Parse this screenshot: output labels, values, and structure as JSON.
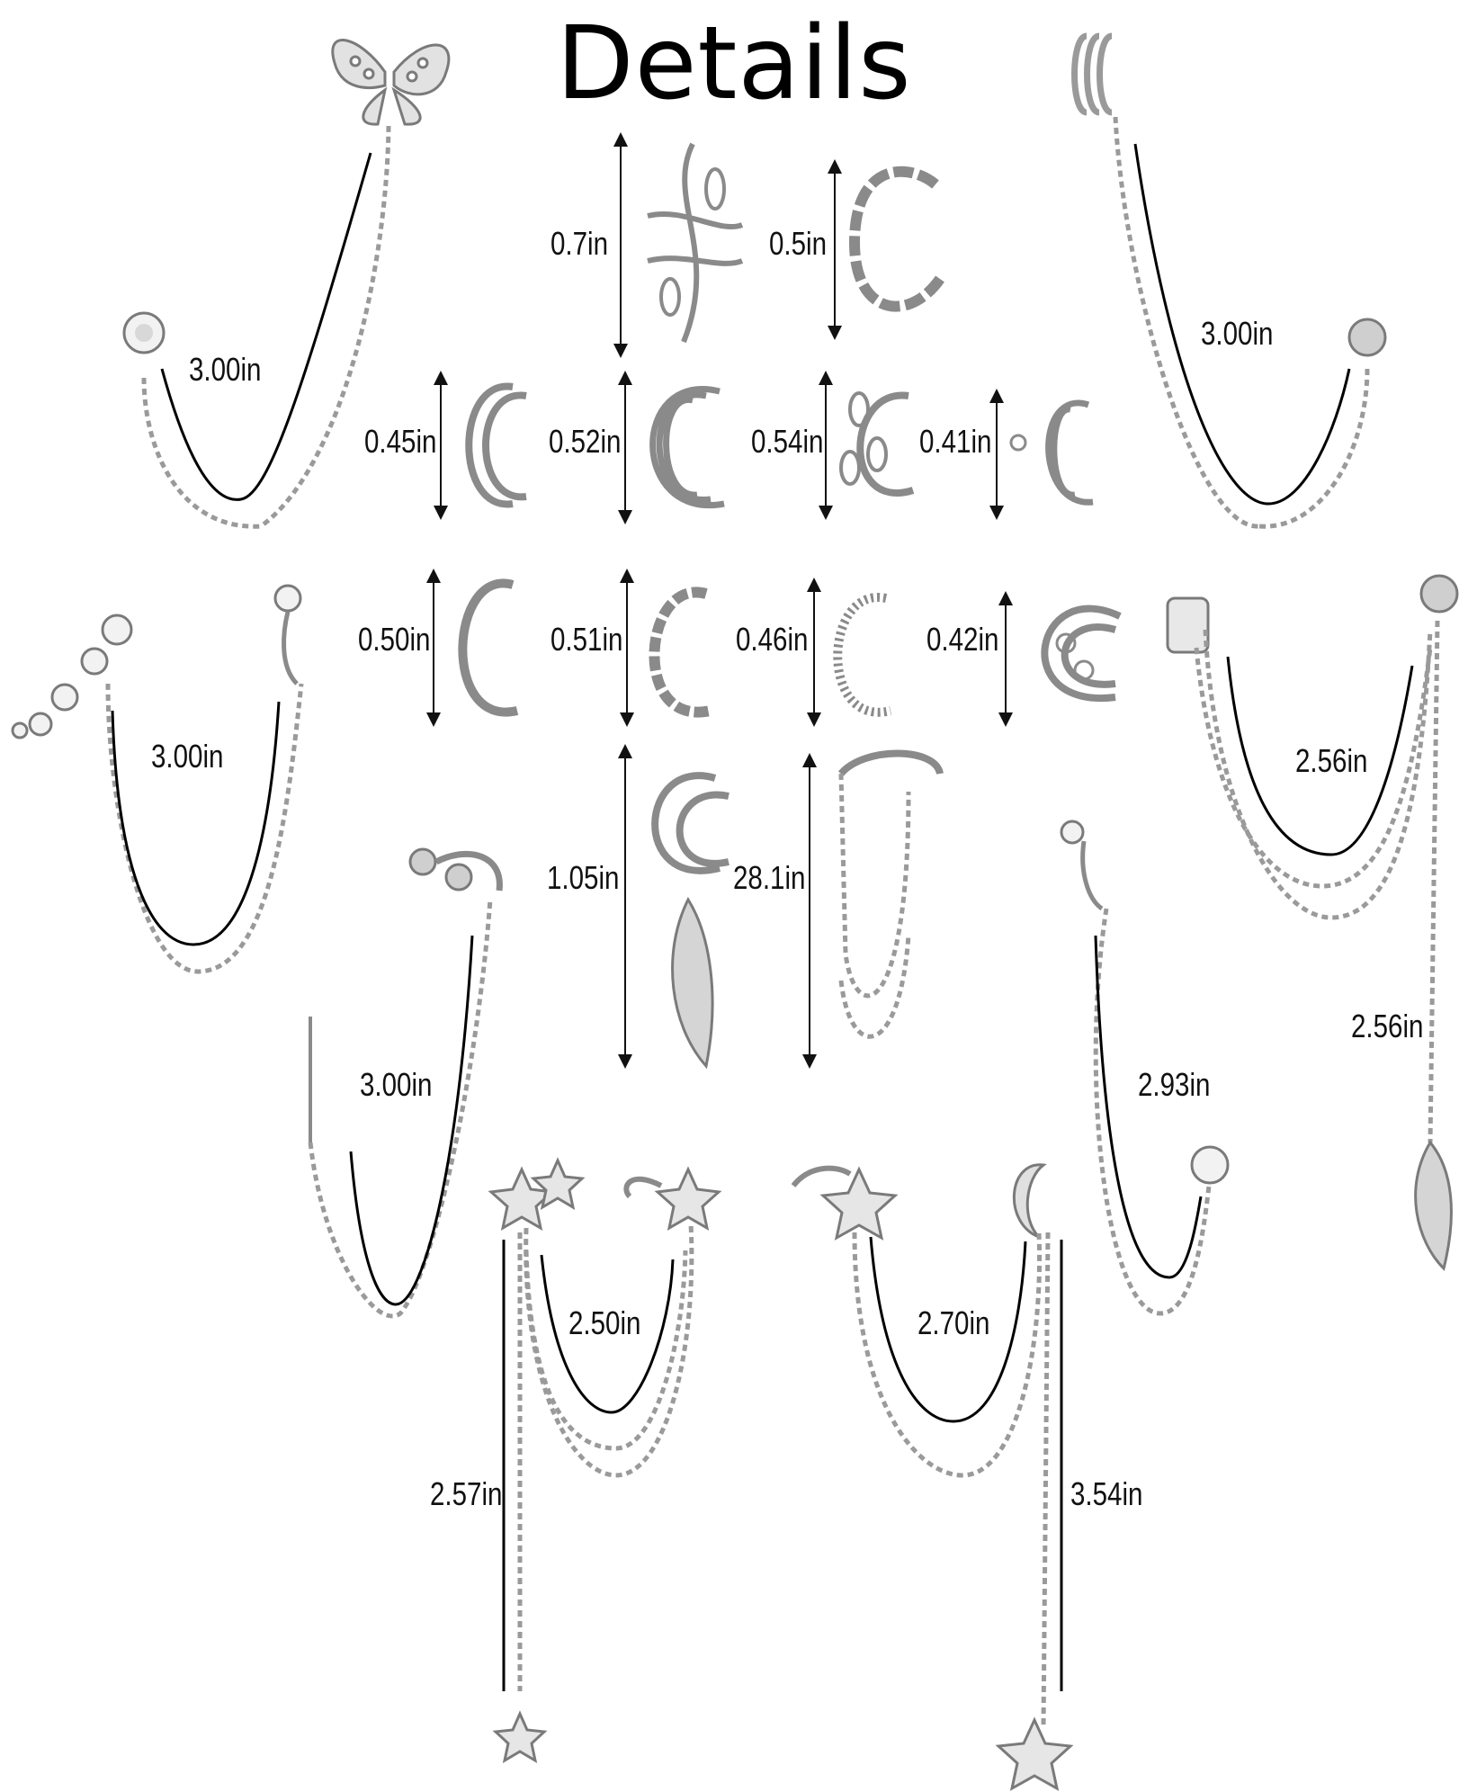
{
  "title": "Details",
  "measurements": {
    "butterfly_chain": "3.00in",
    "leaf_vine_cuff": "0.7in",
    "chain_link_cuff": "0.5in",
    "triple_ring_chain": "3.00in",
    "double_line_cuff": "0.45in",
    "triple_line_cuff": "0.52in",
    "leaf_cuff": "0.54in",
    "star_cuff": "0.41in",
    "crawler_chain": "3.00in",
    "plain_cuff": "0.50in",
    "twisted_cuff": "0.51in",
    "crystal_cuff": "0.46in",
    "filigree_cuff": "0.42in",
    "cuff_double_chain": "2.56in",
    "cuff_feather_drop": "2.56in",
    "feather_cuff": "1.05in",
    "chain_loop_cuff": "28.1in",
    "threader_chain": "3.00in",
    "crystal_stud_chain": "2.93in",
    "star_cluster_chain": "2.50in",
    "star_cluster_drop": "2.57in",
    "star_moon_chain": "2.70in",
    "star_moon_drop": "3.54in"
  }
}
